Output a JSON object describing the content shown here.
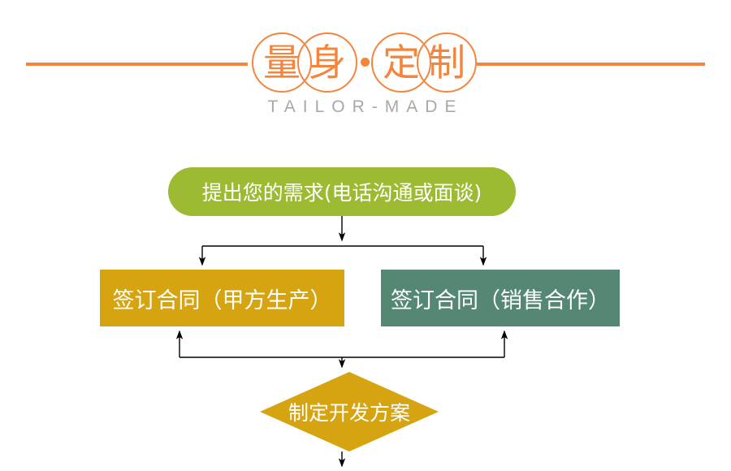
{
  "header": {
    "logo_chars": [
      "量",
      "身",
      "定",
      "制"
    ],
    "separator_dot": "•",
    "tagline": "TAILOR-MADE",
    "rule_color": "#F5843C",
    "tagline_color": "#A8A8A8"
  },
  "flow": {
    "nodes": [
      {
        "id": "request",
        "label": "提出您的需求(电话沟通或面谈)",
        "shape": "pill",
        "color": "#9DBA33"
      },
      {
        "id": "contract_a",
        "label": "签订合同（甲方生产）",
        "shape": "rect",
        "color": "#D6A410"
      },
      {
        "id": "contract_b",
        "label": "签订合同（销售合作）",
        "shape": "rect",
        "color": "#548873"
      },
      {
        "id": "plan",
        "label": "制定开发方案",
        "shape": "diamond",
        "color": "#D6A410"
      }
    ],
    "connector_color": "#000000"
  }
}
